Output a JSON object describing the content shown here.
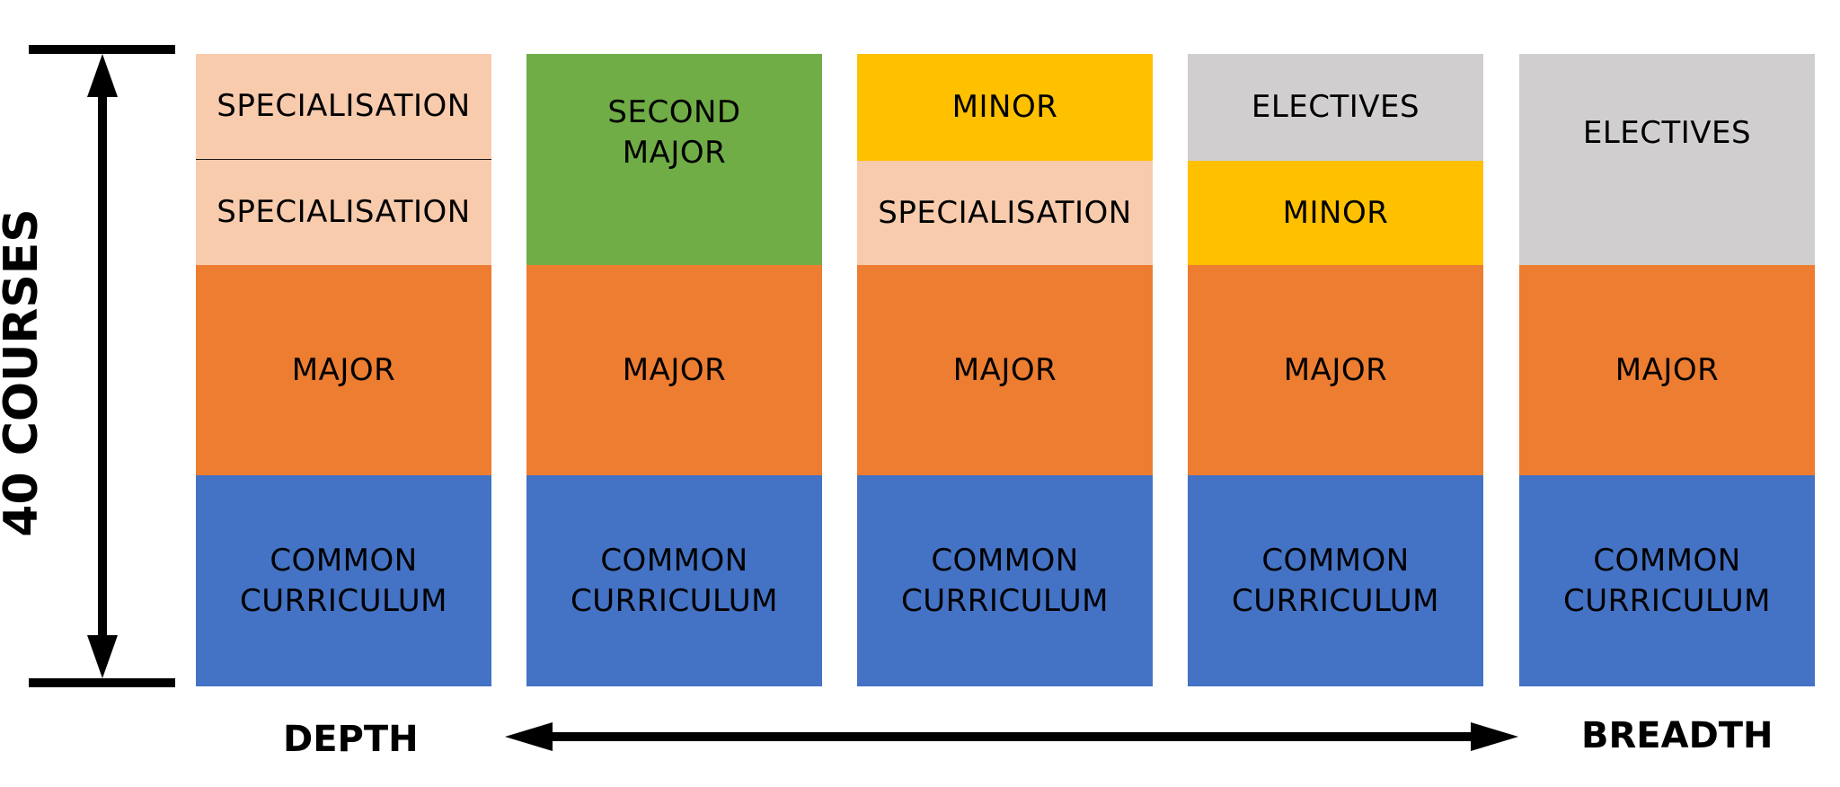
{
  "vertical_label": "40 COURSES",
  "axis": {
    "left_label": "DEPTH",
    "right_label": "BREADTH"
  },
  "colors": {
    "common_curriculum": "#4472C4",
    "major": "#ED7D31",
    "specialisation": "#F8CBAD",
    "second_major": "#70AD47",
    "minor": "#FFC000",
    "electives": "#D0CECE"
  },
  "columns": [
    {
      "blocks": [
        {
          "kind": "specialisation",
          "lines": [
            "SPECIALISATION"
          ]
        },
        {
          "kind": "specialisation",
          "lines": [
            "SPECIALISATION"
          ]
        },
        {
          "kind": "major",
          "lines": [
            "MAJOR"
          ]
        },
        {
          "kind": "common_curriculum",
          "lines": [
            "COMMON",
            "CURRICULUM"
          ]
        }
      ]
    },
    {
      "blocks": [
        {
          "kind": "second_major",
          "lines": [
            "SECOND",
            "MAJOR"
          ]
        },
        {
          "kind": "major",
          "lines": [
            "MAJOR"
          ]
        },
        {
          "kind": "common_curriculum",
          "lines": [
            "COMMON",
            "CURRICULUM"
          ]
        }
      ]
    },
    {
      "blocks": [
        {
          "kind": "minor",
          "lines": [
            "MINOR"
          ]
        },
        {
          "kind": "specialisation",
          "lines": [
            "SPECIALISATION"
          ]
        },
        {
          "kind": "major",
          "lines": [
            "MAJOR"
          ]
        },
        {
          "kind": "common_curriculum",
          "lines": [
            "COMMON",
            "CURRICULUM"
          ]
        }
      ]
    },
    {
      "blocks": [
        {
          "kind": "electives",
          "lines": [
            "ELECTIVES"
          ]
        },
        {
          "kind": "minor",
          "lines": [
            "MINOR"
          ]
        },
        {
          "kind": "major",
          "lines": [
            "MAJOR"
          ]
        },
        {
          "kind": "common_curriculum",
          "lines": [
            "COMMON",
            "CURRICULUM"
          ]
        }
      ]
    },
    {
      "blocks": [
        {
          "kind": "electives",
          "lines": [
            "ELECTIVES"
          ]
        },
        {
          "kind": "major",
          "lines": [
            "MAJOR"
          ]
        },
        {
          "kind": "common_curriculum",
          "lines": [
            "COMMON",
            "CURRICULUM"
          ]
        }
      ]
    }
  ]
}
